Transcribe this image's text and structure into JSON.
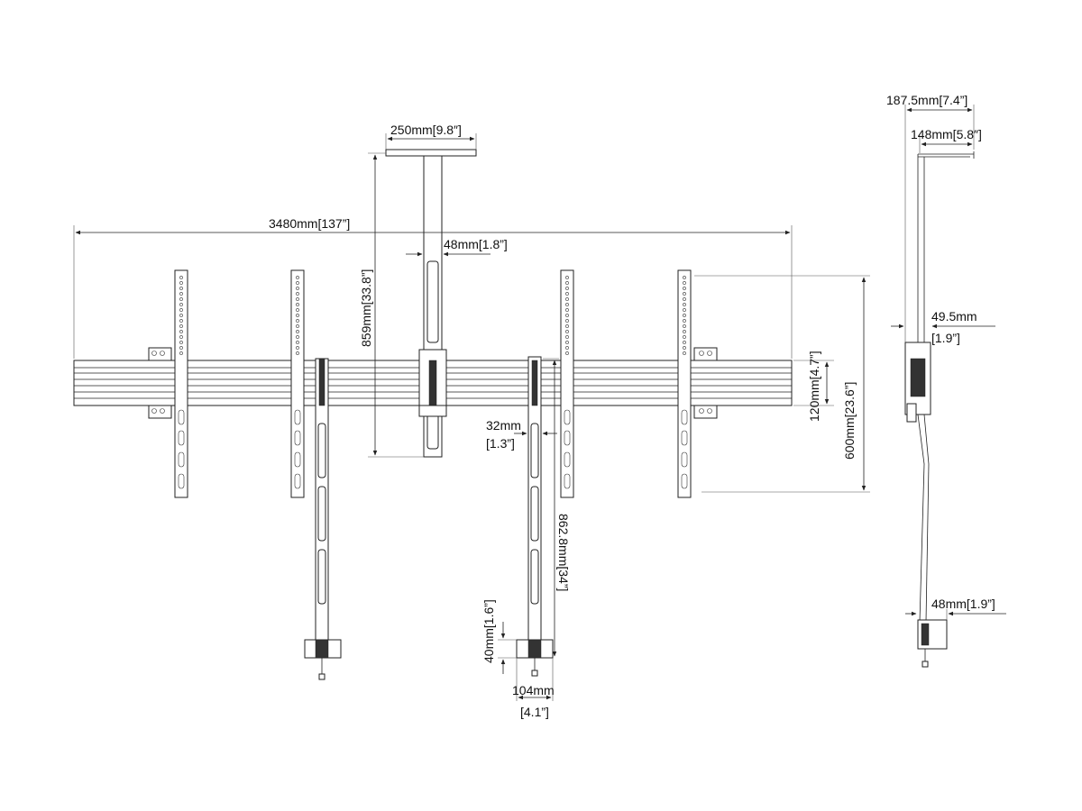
{
  "dimensions": {
    "total_width": "3480mm[137”]",
    "ceiling_plate": "250mm[9.8″]",
    "pole_width": "48mm[1.8”]",
    "pole_length": "859mm[33.8”]",
    "rail_height": "120mm[4.7”]",
    "bracket_height": "600mm[23.6”]",
    "leg_width_mm": "32mm",
    "leg_width_in": "[1.3”]",
    "leg_length": "862.8mm[34”]",
    "foot_height": "40mm[1.6”]",
    "foot_width_mm": "104mm",
    "foot_width_in": "[4.1”]",
    "side_top_width": "187.5mm[7.4”]",
    "side_plate_width": "148mm[5.8″]",
    "side_depth_mm": "49.5mm",
    "side_depth_in": "[1.9”]",
    "side_foot_width": "48mm[1.9”]"
  },
  "colors": {
    "line": "#222222",
    "background": "#ffffff"
  }
}
